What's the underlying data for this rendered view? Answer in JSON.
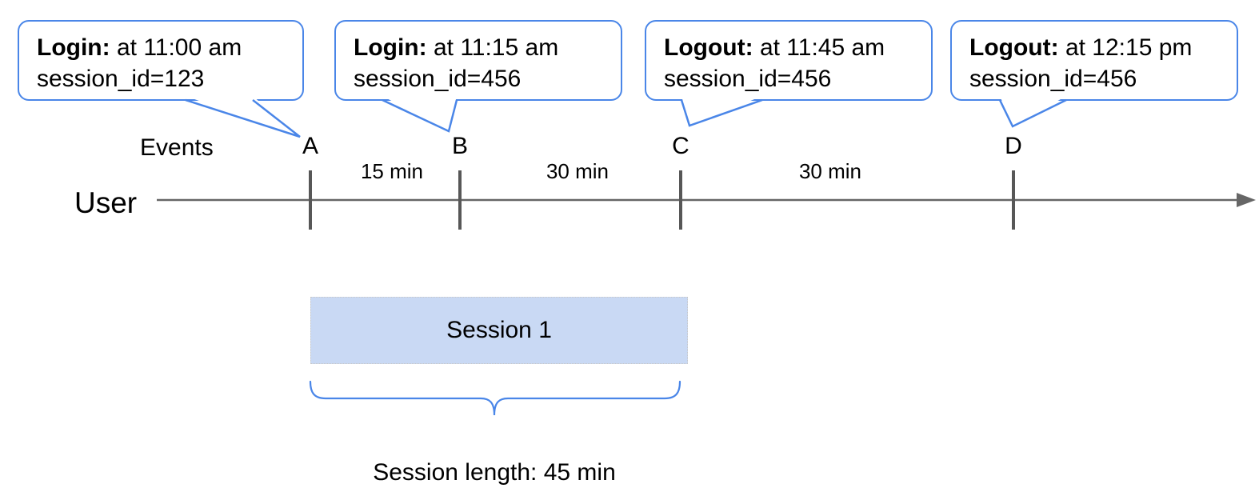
{
  "diagram": {
    "title_hint": "User session timeline diagram",
    "events_label": "Events",
    "user_label": "User",
    "session_length_label": "Session length: 45 min"
  },
  "events": [
    {
      "letter": "A",
      "action": "Login:",
      "time": " at 11:00 am",
      "session": "session_id=123"
    },
    {
      "letter": "B",
      "action": "Login:",
      "time": " at 11:15 am",
      "session": "session_id=456"
    },
    {
      "letter": "C",
      "action": "Logout:",
      "time": " at 11:45 am",
      "session": "session_id=456"
    },
    {
      "letter": "D",
      "action": "Logout:",
      "time": " at 12:15 pm",
      "session": "session_id=456"
    }
  ],
  "intervals": [
    {
      "label": "15 min"
    },
    {
      "label": "30 min"
    },
    {
      "label": "30 min"
    }
  ],
  "session": {
    "label": "Session 1"
  },
  "colors": {
    "accent_blue": "#4a86e8",
    "session_fill": "#c9d9f4",
    "line_gray": "#666666",
    "tick_gray": "#575757"
  }
}
